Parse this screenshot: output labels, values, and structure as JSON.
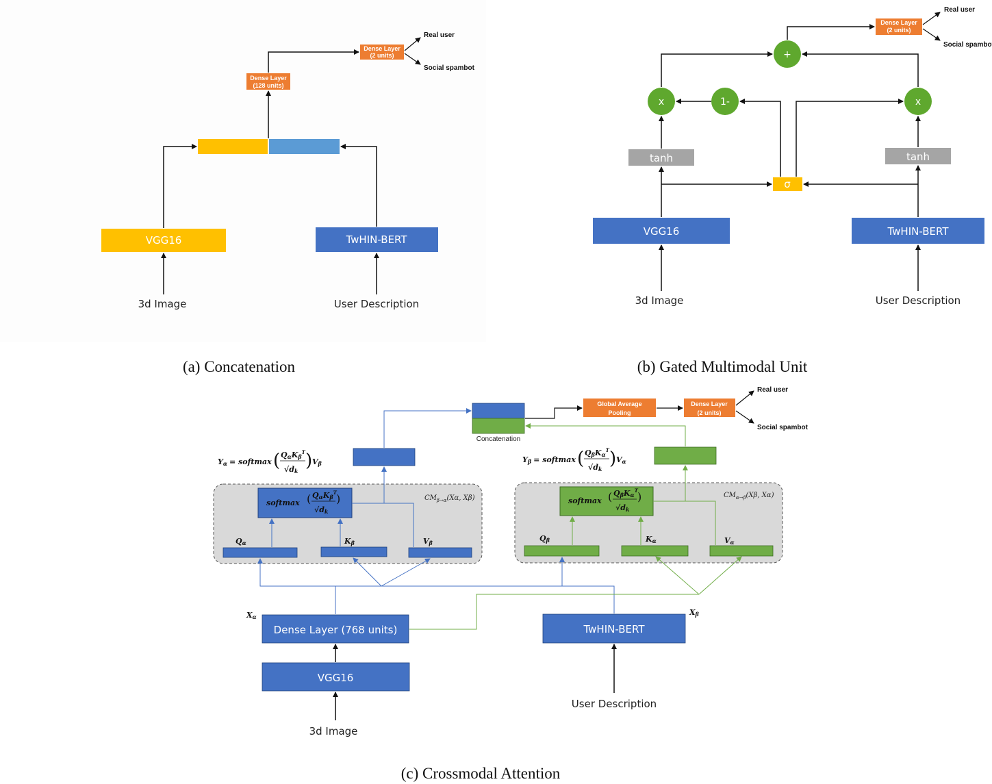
{
  "panel_a": {
    "caption": "(a) Concatenation",
    "vgg": "VGG16",
    "bert": "TwHIN-BERT",
    "input_image": "3d Image",
    "input_desc": "User Description",
    "dense128_l1": "Dense Layer",
    "dense128_l2": "(128 units)",
    "dense2_l1": "Dense Layer",
    "dense2_l2": "(2 units)",
    "out_real": "Real user",
    "out_spam": "Social spambot"
  },
  "panel_b": {
    "caption": "(b) Gated Multimodal Unit",
    "vgg": "VGG16",
    "bert": "TwHIN-BERT",
    "input_image": "3d Image",
    "input_desc": "User Description",
    "tanh_left": "tanh",
    "tanh_right": "tanh",
    "sigma": "σ",
    "mult_left": "x",
    "mult_right": "x",
    "one_minus": "1-",
    "plus": "+",
    "dense2_l1": "Dense Layer",
    "dense2_l2": "(2 units)",
    "out_real": "Real user",
    "out_spam": "Social spambot"
  },
  "panel_c": {
    "caption": "(c) Crossmodal Attention",
    "vgg": "VGG16",
    "dense768": "Dense Layer (768 units)",
    "bert": "TwHIN-BERT",
    "input_image": "3d Image",
    "input_desc": "User Description",
    "x_alpha": "X",
    "x_alpha_sub": "α",
    "x_beta": "X",
    "x_beta_sub": "β",
    "concat_label": "Concatenation",
    "gap_l1": "Global Average",
    "gap_l2": "Pooling",
    "dense2_l1": "Dense Layer",
    "dense2_l2": "(2 units)",
    "out_real": "Real user",
    "out_spam": "Social spambot",
    "y_alpha_eq": "Y",
    "y_alpha_eq_sub": "α",
    "y_alpha_rhs": "= softmax",
    "y_alpha_num": "Q",
    "y_alpha_num_rest": "αKβ",
    "y_alpha_den": "√d",
    "y_alpha_den_sub": "k",
    "y_alpha_v": "Vβ",
    "y_beta_eq": "Y",
    "y_beta_eq_sub": "β",
    "y_beta_rhs": "= softmax",
    "y_beta_num_rest": "βKα",
    "y_beta_v": "Vα",
    "softmax": "softmax",
    "cm_left": "CM",
    "cm_left_sub": "β→α",
    "cm_left_args": "(Xα, Xβ)",
    "cm_right": "CM",
    "cm_right_sub": "α→β",
    "cm_right_args": "(Xβ, Xα)",
    "q_alpha": "Q",
    "q_alpha_sub": "α",
    "k_beta": "K",
    "k_beta_sub": "β",
    "v_beta": "V",
    "v_beta_sub": "β",
    "q_beta": "Q",
    "q_beta_sub": "β",
    "k_alpha": "K",
    "k_alpha_sub": "α",
    "v_alpha": "V",
    "v_alpha_sub": "α",
    "sup_T": "T"
  },
  "colors": {
    "yellow": "#FFC000",
    "light_blue": "#5B9BD5",
    "blue": "#4472C4",
    "green": "#70AD47",
    "orange": "#ED7D31",
    "gray": "#A5A5A5",
    "panel_gray": "#D9D9D9"
  }
}
